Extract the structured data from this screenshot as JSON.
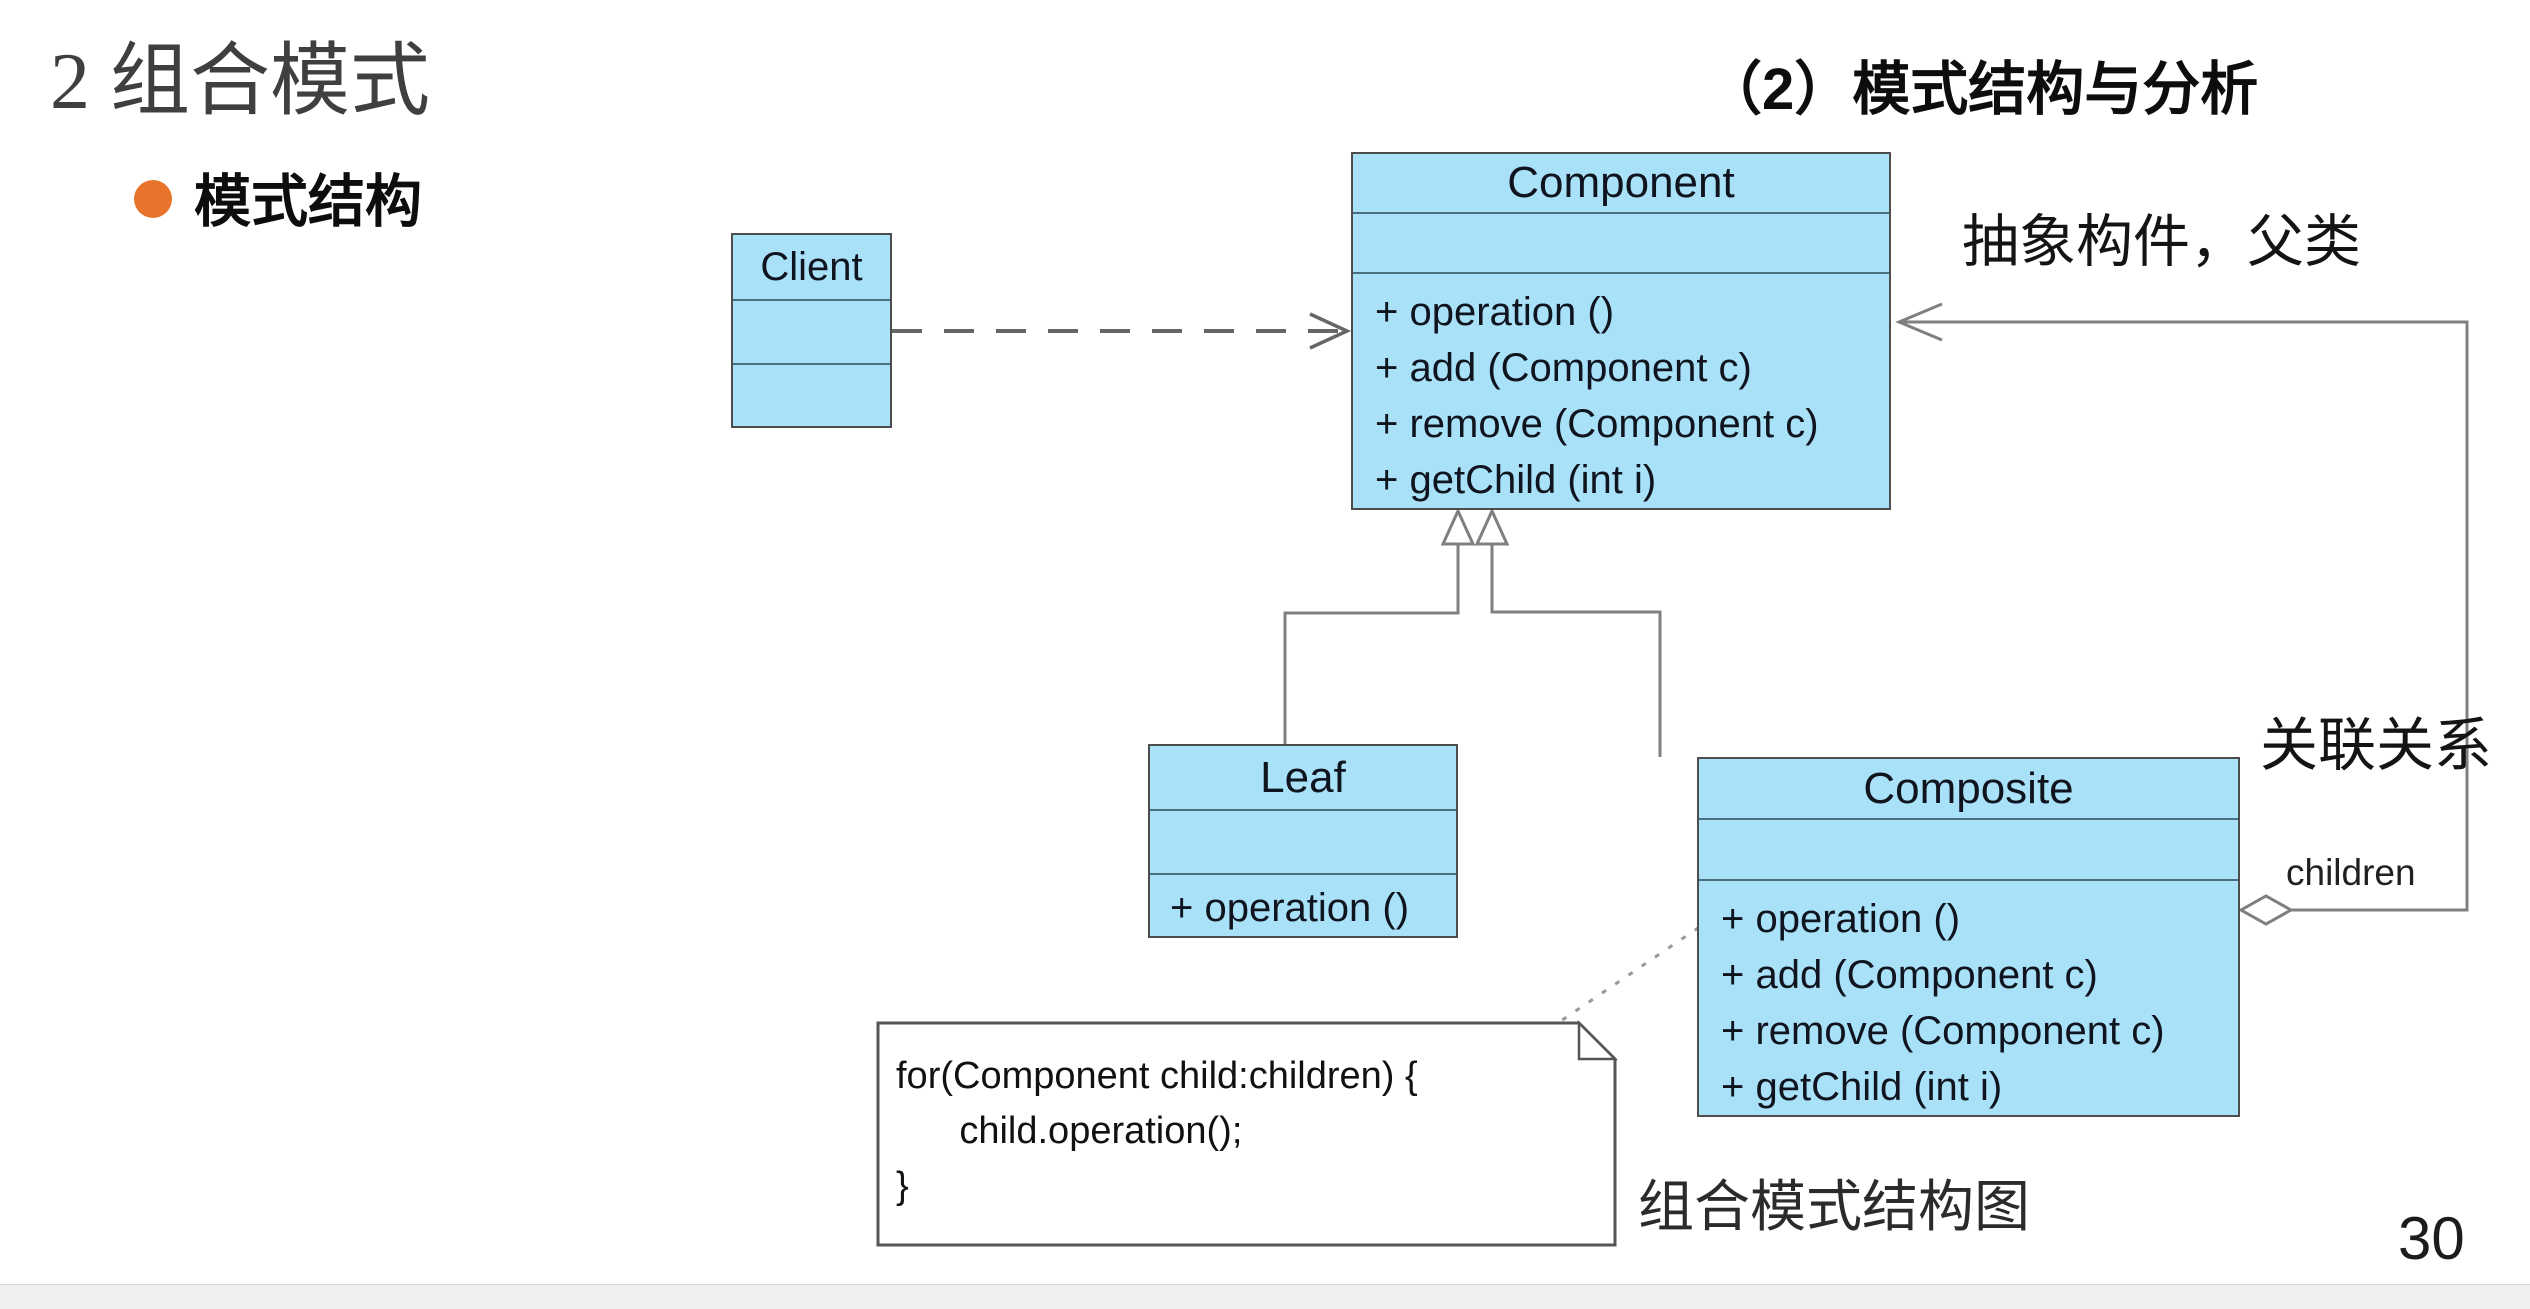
{
  "slide": {
    "title": "2 组合模式",
    "section_heading": "（2）模式结构与分析",
    "bullet_item": "模式结构",
    "caption": "组合模式结构图",
    "page_number": "30"
  },
  "annotations": {
    "component_label": "抽象构件，父类",
    "association_label": "关联关系",
    "children_label": "children"
  },
  "classes": {
    "client": {
      "name": "Client",
      "methods": []
    },
    "component": {
      "name": "Component",
      "methods": [
        "+ operation ()",
        "+ add (Component c)",
        "+ remove (Component c)",
        "+ getChild (int i)"
      ]
    },
    "leaf": {
      "name": "Leaf",
      "methods": [
        "+ operation ()"
      ]
    },
    "composite": {
      "name": "Composite",
      "methods": [
        "+ operation ()",
        "+ add (Component c)",
        "+ remove (Component c)",
        "+ getChild (int i)"
      ]
    }
  },
  "note": {
    "lines": [
      "for(Component child:children) {",
      "      child.operation();",
      "}"
    ]
  },
  "colors": {
    "class_fill": "#A9E1F8",
    "class_border": "#4D4D4D",
    "line": "#7F7F7F",
    "bullet": "#E8732A",
    "title_gray": "#3F3F3F"
  }
}
